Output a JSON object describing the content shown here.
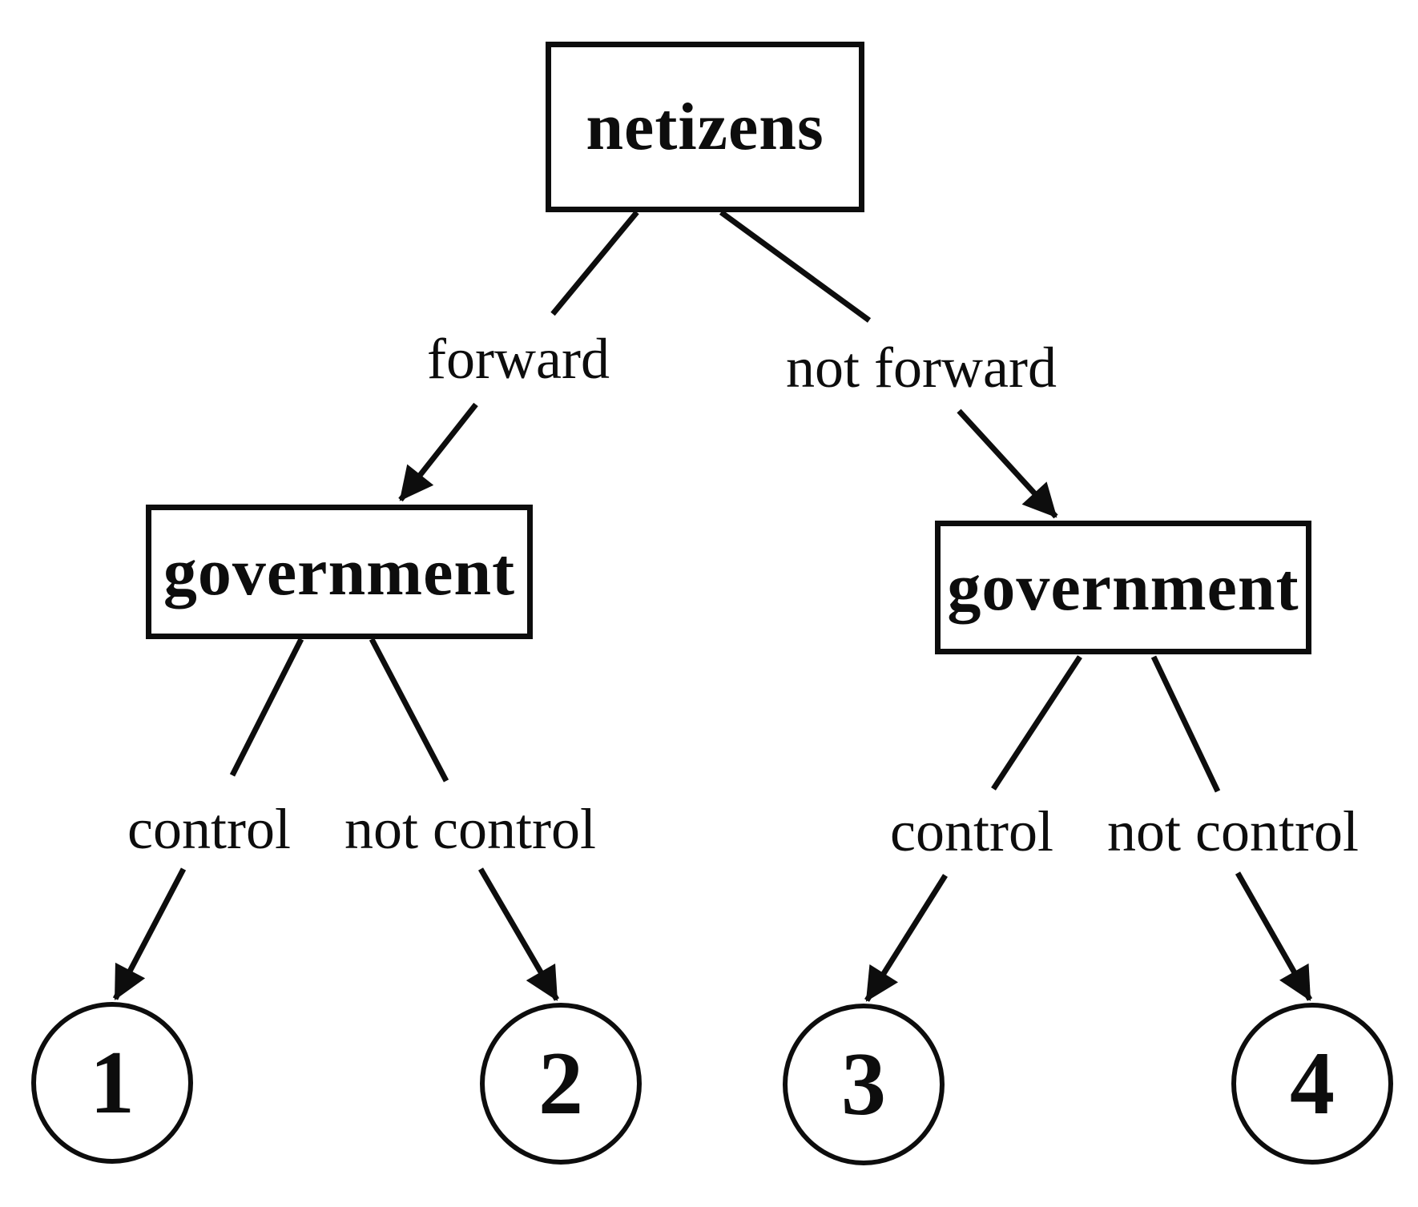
{
  "diagram": {
    "type": "decision-tree",
    "colors": {
      "ink": "#0d0d0d",
      "background": "#ffffff"
    },
    "root": {
      "label": "netizens"
    },
    "branches": [
      {
        "edge_label": "forward",
        "node_label": "government",
        "children": [
          {
            "edge_label": "control",
            "leaf_label": "1"
          },
          {
            "edge_label": "not control",
            "leaf_label": "2"
          }
        ]
      },
      {
        "edge_label": "not forward",
        "node_label": "government",
        "children": [
          {
            "edge_label": "control",
            "leaf_label": "3"
          },
          {
            "edge_label": "not control",
            "leaf_label": "4"
          }
        ]
      }
    ]
  }
}
